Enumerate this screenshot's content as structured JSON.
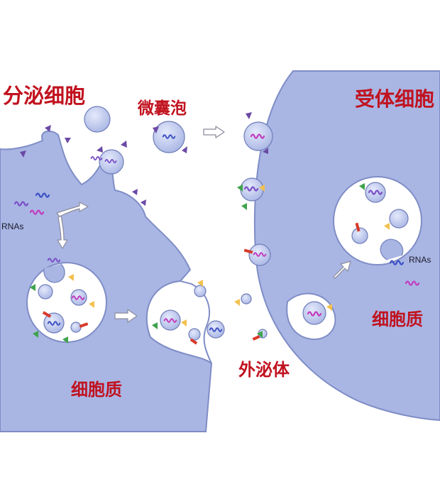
{
  "labels": {
    "secreting_cell": "分泌细胞",
    "microvesicle": "微囊泡",
    "recipient_cell": "受体细胞",
    "rnas_left": "RNAs",
    "rnas_right": "RNAs",
    "cytoplasm_left": "细胞质",
    "cytoplasm_right": "细胞质",
    "exosome": "外泌体"
  },
  "colors": {
    "cell_fill": "#a9b6e4",
    "cell_edge": "#7f8dc6",
    "vesicle_fill": "#c7d0f1",
    "label_red": "#c1121f",
    "rna_purple": "#7a4fc7",
    "rna_magenta": "#c23bbd",
    "rna_blue": "#3b50c4",
    "marker_green": "#3fa34d",
    "marker_yellow": "#f2c14e",
    "marker_red": "#d73a2a",
    "marker_purple": "#6b4aa6"
  },
  "icons": [
    "rna-squiggle-icon",
    "triangle-marker-icon",
    "membrane-receptor-icon",
    "outline-arrow-icon"
  ]
}
